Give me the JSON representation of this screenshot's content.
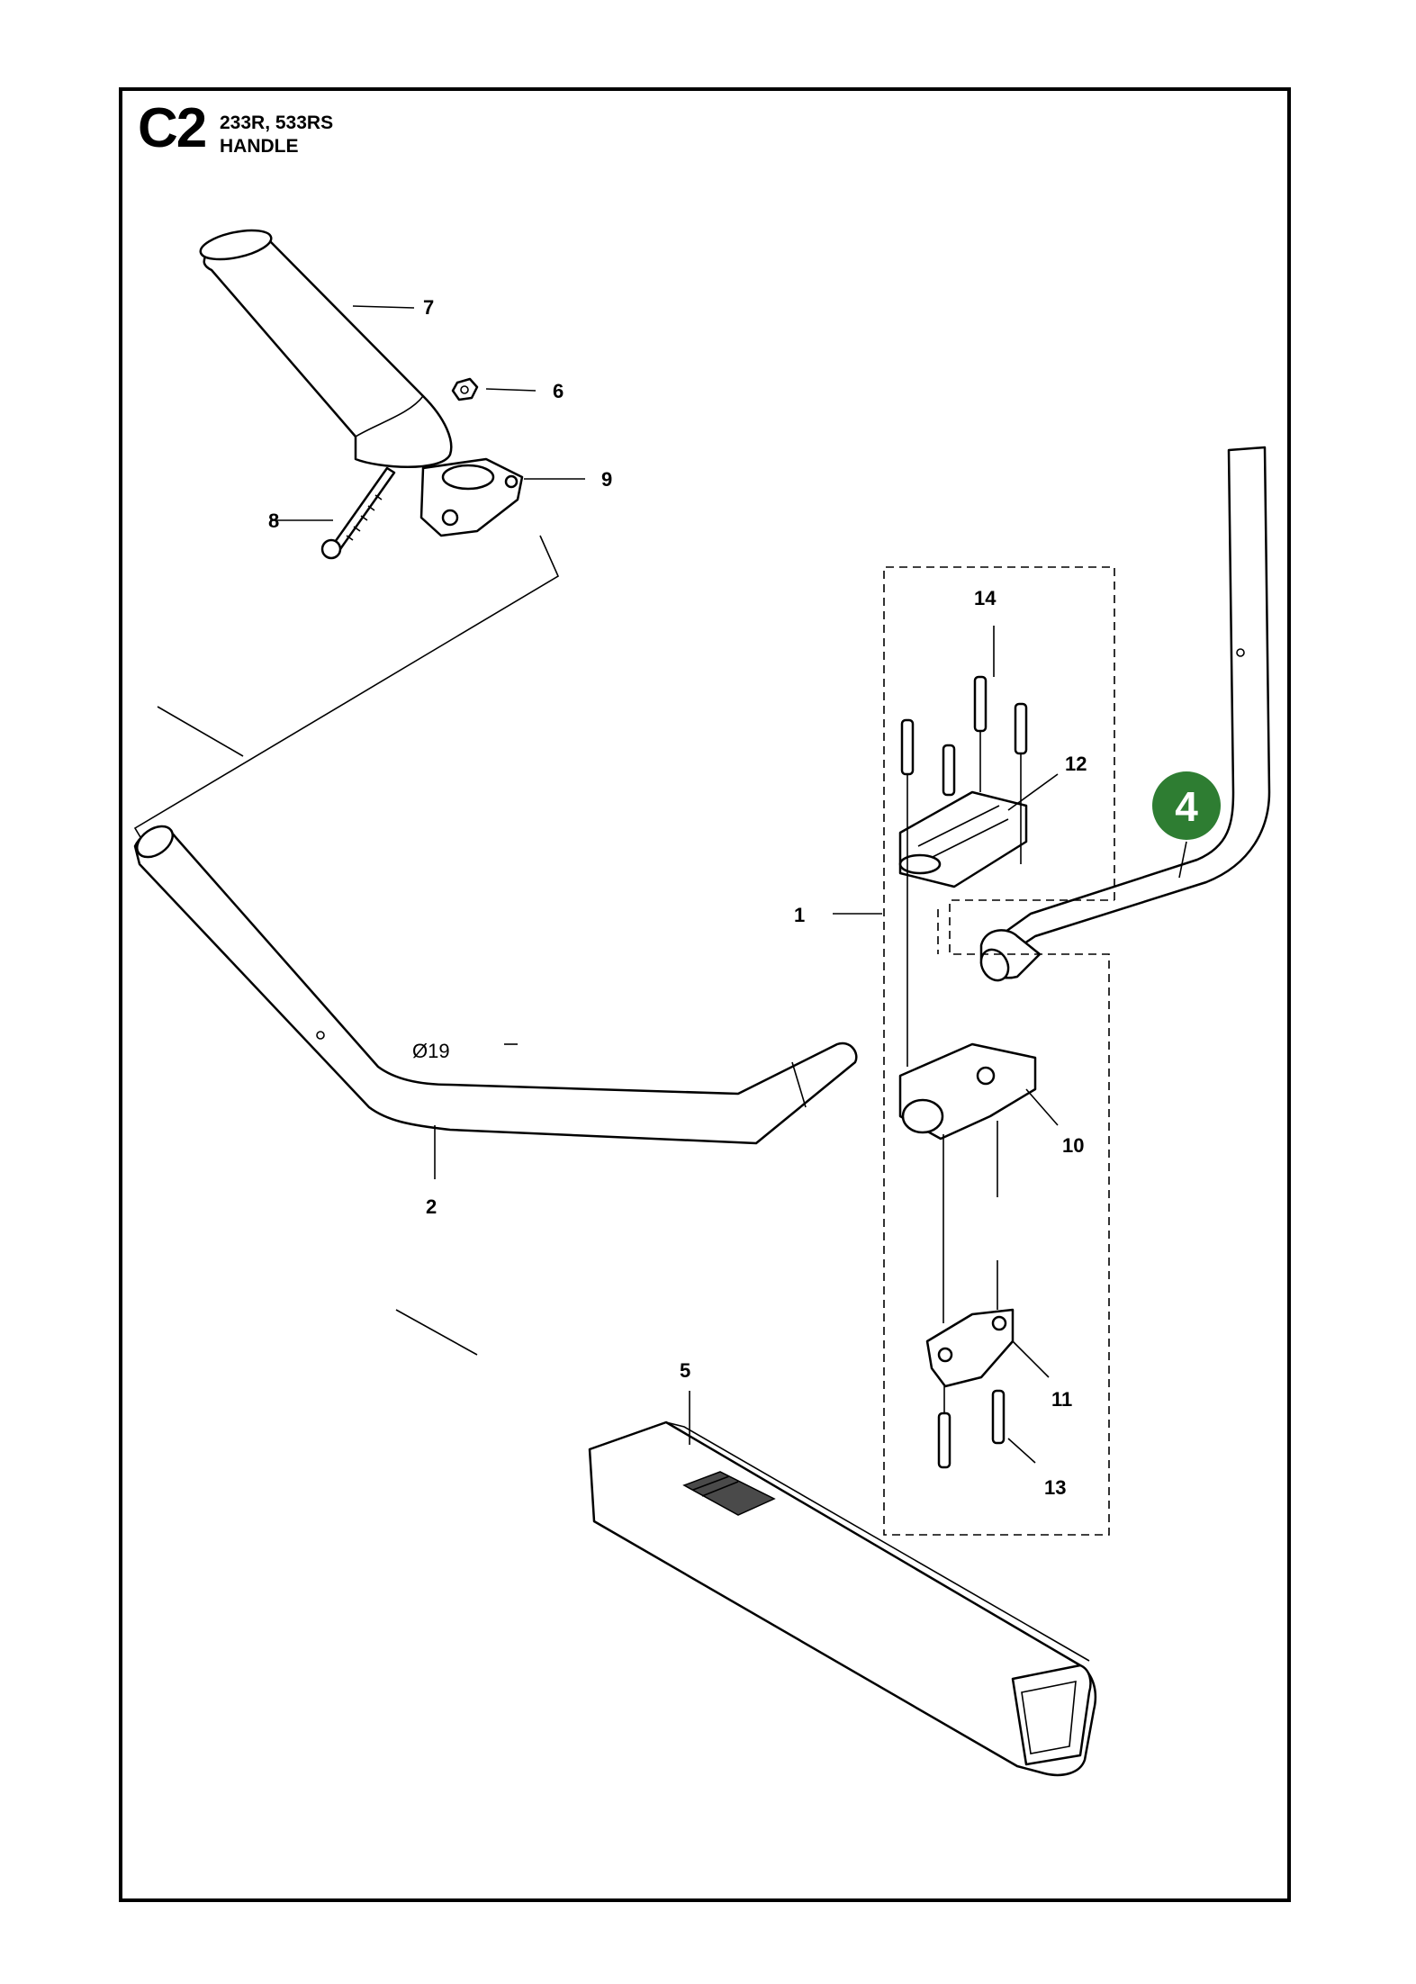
{
  "header": {
    "code": "C2",
    "models": "233R, 533RS",
    "title": "HANDLE"
  },
  "callouts": {
    "p1": "1",
    "p2": "2",
    "p4": "4",
    "p5": "5",
    "p6": "6",
    "p7": "7",
    "p8": "8",
    "p9": "9",
    "p10": "10",
    "p11": "11",
    "p12": "12",
    "p13": "13",
    "p14": "14"
  },
  "dimension": "Ø19",
  "highlight_color": "#2e7d32"
}
